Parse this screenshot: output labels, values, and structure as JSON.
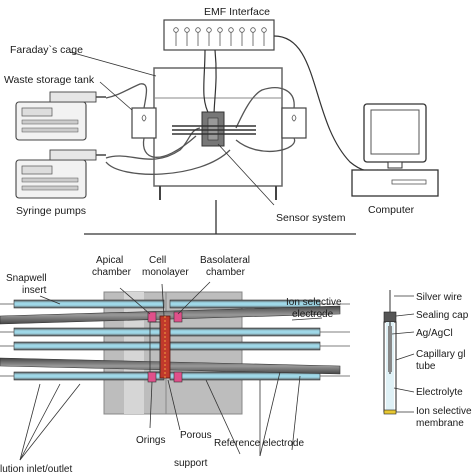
{
  "top": {
    "emf_interface": "EMF Interface",
    "faraday_cage": "Faraday`s cage",
    "waste_storage_tank": "Waste storage tank",
    "syringe_pumps": "Syringe pumps",
    "sensor_system": "Sensor system",
    "computer": "Computer"
  },
  "cell": {
    "apical_chamber_1": "Apical",
    "apical_chamber_2": "chamber",
    "cell_monolayer_1": "Cell",
    "cell_monolayer_2": "monolayer",
    "basolateral_chamber_1": "Basolateral",
    "basolateral_chamber_2": "chamber",
    "snapwell_insert_1": "Snapwell",
    "snapwell_insert_2": "insert",
    "ion_selective_electrode_1": "Ion selective",
    "ion_selective_electrode_2": "electrode",
    "reference_electrode": "Reference electrode",
    "orings": "Orings",
    "porous_support_1": "Porous",
    "porous_support_2": "support",
    "solution_inlet_outlet": "lution inlet/outlet"
  },
  "electrode": {
    "silver_wire": "Silver wire",
    "sealing_cap": "Sealing cap",
    "ag_agcl": "Ag/AgCl",
    "capillary_glass_tube_1": "Capillary gl",
    "capillary_glass_tube_2": "tube",
    "electrolyte": "Electrolyte",
    "ion_selective_membrane_1": "Ion selective",
    "ion_selective_membrane_2": "membrane"
  },
  "colors": {
    "tube_highlight": "#9fd8e8",
    "cell_red": "#c0392b",
    "oring_pink": "#e0508a",
    "chamber_grey": "#bdbdbd",
    "membrane_yellow": "#e8c832",
    "outline": "#1a1a1a"
  }
}
